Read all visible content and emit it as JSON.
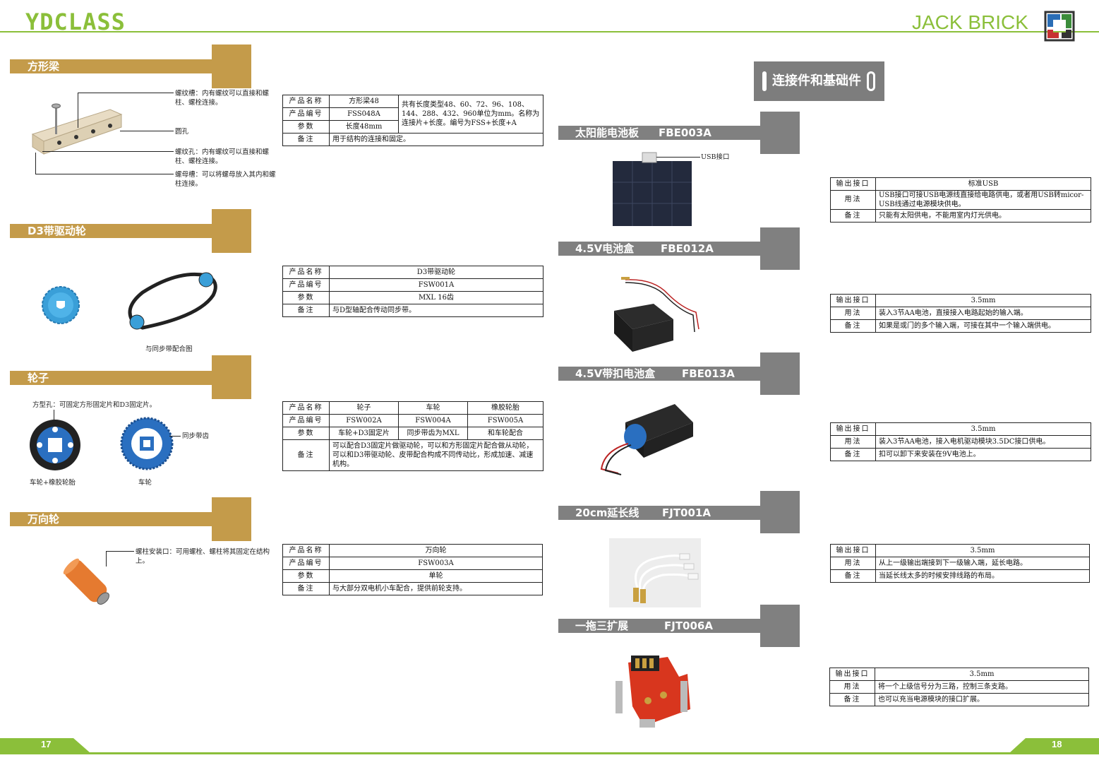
{
  "header": {
    "brand_left": "YDCLASS",
    "brand_right": "JACK BRICK"
  },
  "footer": {
    "page_left": "17",
    "page_right": "18"
  },
  "colors": {
    "green": "#8bbf3a",
    "gold": "#c49b4a",
    "gray": "#808080"
  },
  "labels": {
    "name": "产品名称",
    "code": "产品编号",
    "param": "参数",
    "remark": "备注",
    "output": "输出接口",
    "usage": "用法"
  },
  "left": {
    "beam": {
      "title": "方形梁",
      "notes": {
        "thread_slot": "螺纹槽：内有螺纹可以直接和螺柱、螺栓连接。",
        "round_hole": "圆孔",
        "thread_hole": "螺纹孔：内有螺纹可以直接和螺柱、螺栓连接。",
        "nut_slot": "螺母槽：可以将螺母放入其内和螺柱连接。"
      },
      "name": "方形梁48",
      "code": "FSS048A",
      "param": "长度48mm",
      "desc": "共有长度类型48、60、72、96、108、144、288、432、960单位为mm。名称为连接片+长度。编号为FSS+长度+A",
      "remark": "用于结构的连接和固定。"
    },
    "pulley": {
      "title": "D3带驱动轮",
      "caption": "与同步带配合图",
      "name": "D3带驱动轮",
      "code": "FSW001A",
      "param": "MXL    16齿",
      "remark": "与D型轴配合传动同步带。"
    },
    "wheel": {
      "title": "轮子",
      "note_top": "方型孔：可固定方形固定片和D3固定片。",
      "note_teeth": "同步带齿",
      "caption_a": "车轮+橡胶轮胎",
      "caption_b": "车轮",
      "names": [
        "轮子",
        "车轮",
        "橡胶轮胎"
      ],
      "codes": [
        "FSW002A",
        "FSW004A",
        "FSW005A"
      ],
      "params": [
        "车轮+D3固定片",
        "同步带齿为MXL",
        "和车轮配合"
      ],
      "remark": "可以配合D3固定片做驱动轮，可以和方形固定片配合做从动轮，可以和D3带驱动轮、皮带配合构成不同传动比，形成加速、减速机构。"
    },
    "caster": {
      "title": "万向轮",
      "note": "螺柱安装口：可用螺栓、螺柱将其固定在结构上。",
      "name": "万向轮",
      "code": "FSW003A",
      "param": "单轮",
      "remark": "与大部分双电机小车配合，提供前轮支持。"
    }
  },
  "right": {
    "category_title": "连接件和基础件",
    "solar": {
      "title": "太阳能电池板",
      "code": "FBE003A",
      "usb_note": "USB接口",
      "output": "标准USB",
      "usage": "USB接口可接USB电源线直接给电路供电，或者用USB转micor-USB线通过电源模块供电。",
      "remark": "只能有太阳供电，不能用室内灯光供电。"
    },
    "box": {
      "title": "4.5V电池盒",
      "code": "FBE012A",
      "output": "3.5mm",
      "usage": "装入3节AA电池，直接接入电路起始的输入端。",
      "remark": "如果是或门的多个输入端，可接在其中一个输入端供电。"
    },
    "clipbox": {
      "title": "4.5V带扣电池盒",
      "code": "FBE013A",
      "output": "3.5mm",
      "usage": "装入3节AA电池，接入电机驱动模块3.5DC接口供电。",
      "remark": "扣可以卸下来安装在9V电池上。"
    },
    "ext": {
      "title": "20cm延长线",
      "code": "FJT001A",
      "output": "3.5mm",
      "usage": "从上一级输出端接到下一级输入端，延长电路。",
      "remark": "当延长线太多的时候安排线路的布局。"
    },
    "splitter": {
      "title": "一拖三扩展",
      "code": "FJT006A",
      "output": "3.5mm",
      "usage": "将一个上级信号分为三路，控制三条支路。",
      "remark": "也可以充当电源模块的接口扩展。"
    }
  }
}
